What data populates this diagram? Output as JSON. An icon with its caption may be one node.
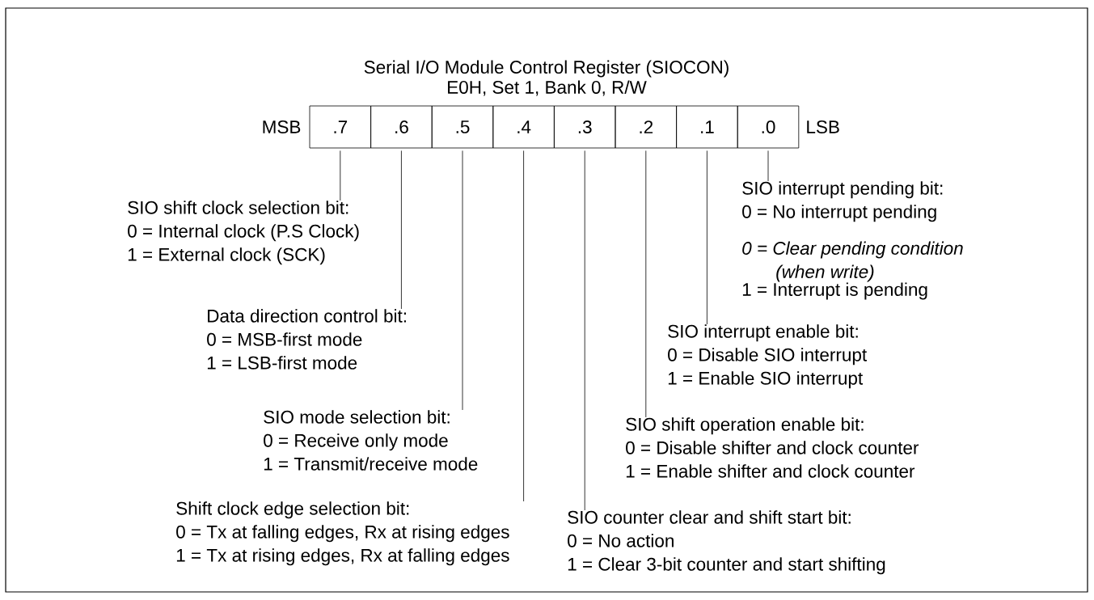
{
  "diagram": {
    "title": "Serial I/O Module Control Register (SIOCON)",
    "nodes": [
      {
        "text": [
          ".7"
        ],
        "beside": [
          "MSB"
        ]
      },
      {
        "text": [
          ".6"
        ]
      },
      {
        "text": [
          ".5"
        ]
      },
      {
        "text": [
          ".4"
        ]
      },
      {
        "text": [
          ".3"
        ]
      },
      {
        "text": [
          ".2"
        ]
      },
      {
        "text": [
          ".1"
        ]
      },
      {
        "text": [
          ".0"
        ],
        "beside": [
          "LSB"
        ]
      },
      {
        "text": [
          "SIO shift clock selection bit:",
          "0 = Internal clock (P.S Clock)",
          "1 = External clock (SCK)"
        ]
      },
      {
        "text": [
          "Data direction control bit:",
          "0 = MSB-first mode",
          "1 = LSB-first mode"
        ]
      },
      {
        "text": [
          "SIO mode selection bit:",
          "0 = Receive only mode",
          "1 = Transmit/receive mode"
        ]
      },
      {
        "text": [
          "Shift clock edge selection bit:",
          "0 = Tx at falling edges, Rx at rising edges",
          "1 = Tx at rising edges, Rx at falling edges"
        ]
      },
      {
        "text": [
          "SIO counter clear and shift start bit:",
          "0 = No action",
          "1 = Clear 3-bit counter and start shifting"
        ]
      },
      {
        "text": [
          "SIO shift operation enable bit:",
          "0 = Disable shifter and clock counter",
          "1 = Enable shifter and clock counter"
        ]
      },
      {
        "text": [
          "SIO interrupt enable bit:",
          "0 = Disable SIO interrupt",
          "1 = Enable SIO interrupt"
        ]
      },
      {
        "text": [
          "SIO interrupt pending bit:",
          "0 = No interrupt pending",
          "0 = Clear pending condition (when write)",
          "1 = Interrupt is pending"
        ]
      }
    ],
    "edges": [
      {
        "from": 0,
        "to": 8,
        "arrow": "none"
      },
      {
        "from": 1,
        "to": 9,
        "arrow": "none"
      },
      {
        "from": 2,
        "to": 10,
        "arrow": "none"
      },
      {
        "from": 3,
        "to": 11,
        "arrow": "none"
      },
      {
        "from": 4,
        "to": 12,
        "arrow": "none"
      },
      {
        "from": 5,
        "to": 13,
        "arrow": "none"
      },
      {
        "from": 6,
        "to": 14,
        "arrow": "none"
      },
      {
        "from": 7,
        "to": 15,
        "arrow": "none"
      }
    ],
    "labels": [
      "E0H, Set 1, Bank 0, R/W"
    ]
  }
}
